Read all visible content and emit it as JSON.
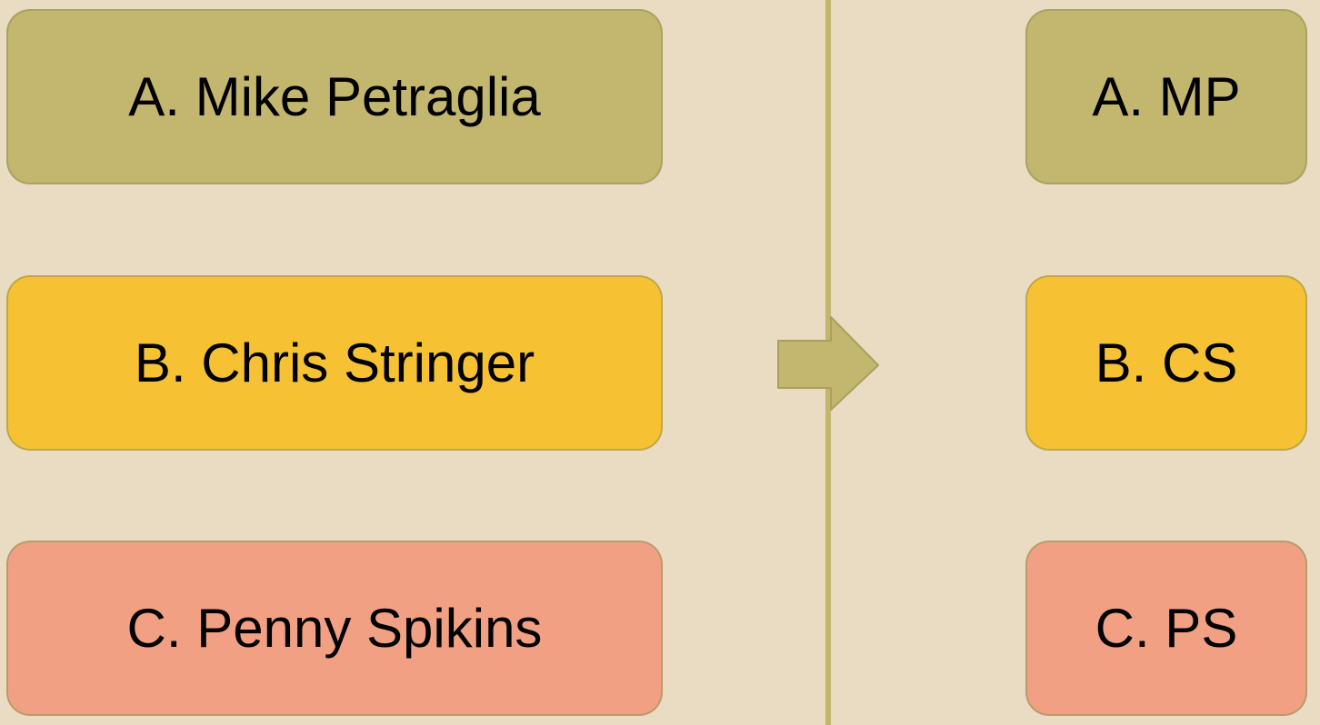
{
  "colors": {
    "background": "#EADCC3",
    "divider": "#C3B66E",
    "arrow": "#C3B66E",
    "row_a": "#C3B66E",
    "row_b": "#F6C133",
    "row_c": "#F2A083"
  },
  "left_boxes": [
    {
      "label": "A. Mike Petraglia"
    },
    {
      "label": "B. Chris Stringer"
    },
    {
      "label": "C. Penny Spikins"
    }
  ],
  "right_boxes": [
    {
      "label": "A. MP"
    },
    {
      "label": "B. CS"
    },
    {
      "label": "C. PS"
    }
  ],
  "arrow": {
    "icon": "right-arrow-icon",
    "direction": "right"
  }
}
